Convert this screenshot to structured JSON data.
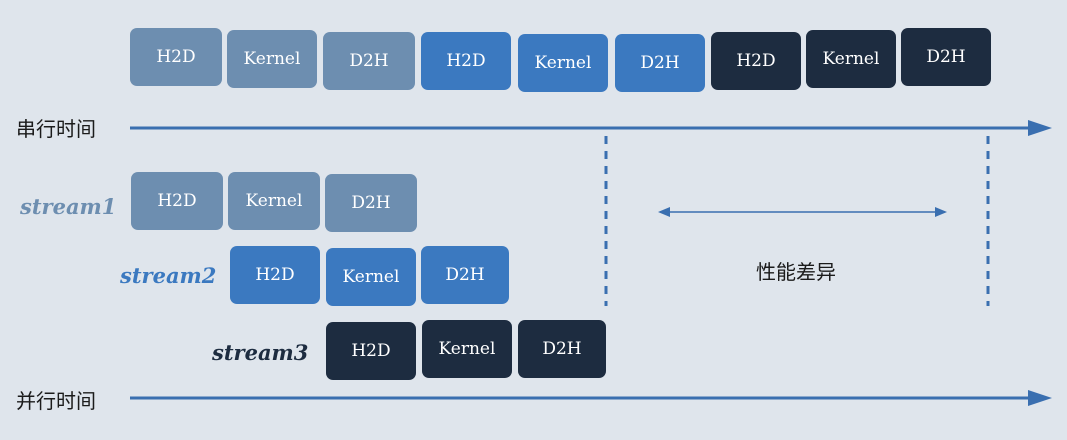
{
  "serial": {
    "axis_label": "串行时间",
    "blocks": [
      "H2D",
      "Kernel",
      "D2H",
      "H2D",
      "Kernel",
      "D2H",
      "H2D",
      "Kernel",
      "D2H"
    ]
  },
  "parallel": {
    "axis_label": "并行时间",
    "streams": [
      {
        "name": "stream1",
        "blocks": [
          "H2D",
          "Kernel",
          "D2H"
        ]
      },
      {
        "name": "stream2",
        "blocks": [
          "H2D",
          "Kernel",
          "D2H"
        ]
      },
      {
        "name": "stream3",
        "blocks": [
          "H2D",
          "Kernel",
          "D2H"
        ]
      }
    ]
  },
  "difference_label": "性能差异",
  "colors": {
    "background": "#dfe5ec",
    "stream1": "#6d8eb0",
    "stream2": "#3b79c0",
    "stream3": "#1d2c40",
    "axis": "#3a6fb0"
  }
}
